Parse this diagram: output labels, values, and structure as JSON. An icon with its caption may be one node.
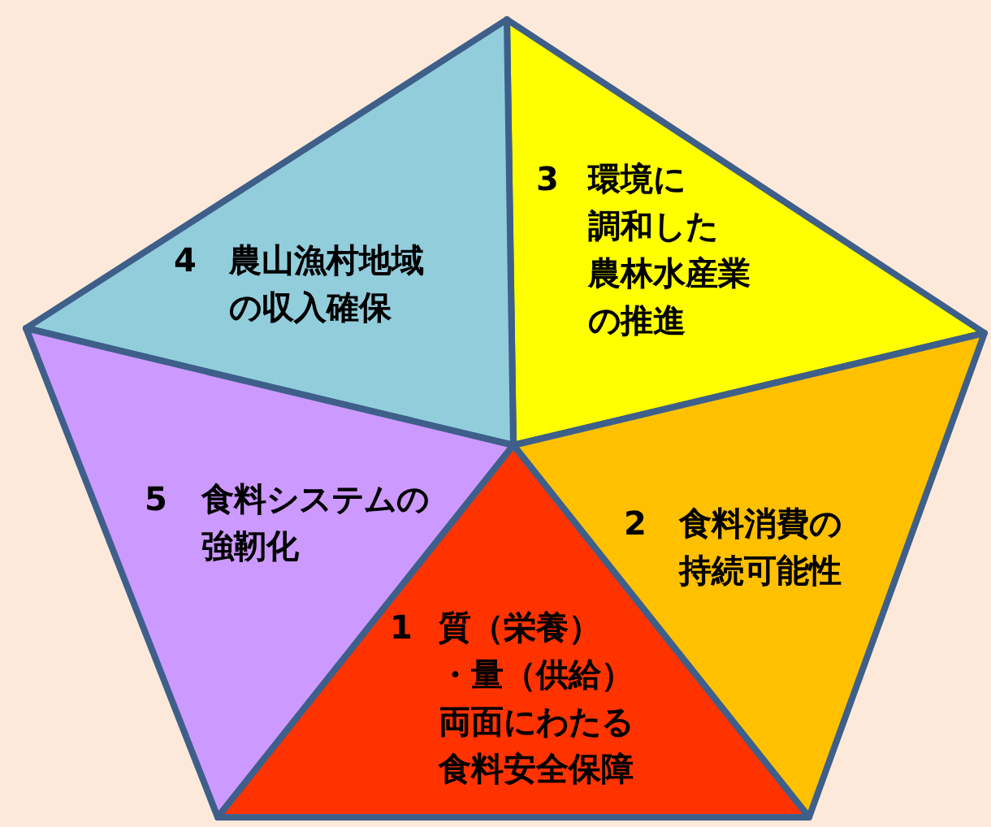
{
  "diagram": {
    "nodes": [
      {
        "text": [
          "3",
          "環境に調和した農林水産業の推進"
        ]
      },
      {
        "text": [
          "4",
          "農山漁村地域の収入確保"
        ]
      },
      {
        "text": [
          "5",
          "食料システムの強靭化"
        ]
      },
      {
        "text": [
          "2",
          "食料消費の持続可能性"
        ]
      },
      {
        "text": [
          "1",
          "質（栄養）・量（供給）両面にわたる食料安全保障"
        ]
      }
    ]
  }
}
